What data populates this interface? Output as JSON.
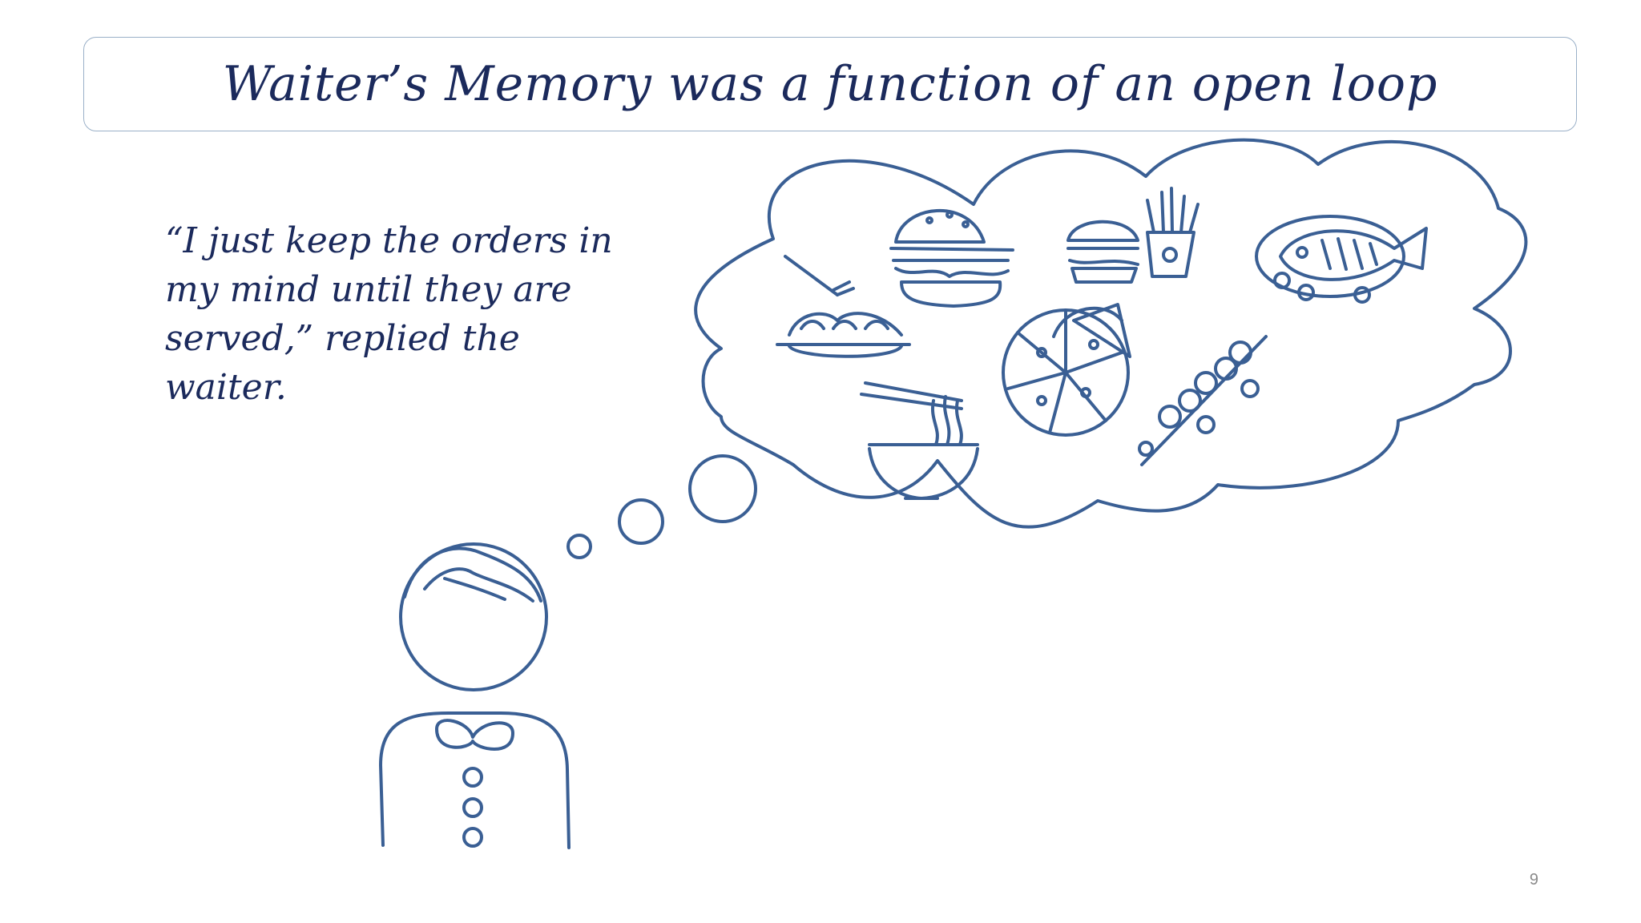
{
  "slide": {
    "title": "Waiter’s Memory was a function of an open loop",
    "quote": "“I just keep the orders in my mind until they are served,” replied the waiter.",
    "page_number": "9"
  },
  "colors": {
    "ink": "#3a5f94",
    "title_text": "#1b2a5c",
    "title_border": "#9ab0c8"
  },
  "illustration": {
    "figure": "waiter-icon",
    "thought_items": [
      "spaghetti-icon",
      "burger-icon",
      "burger-fries-icon",
      "fish-dish-icon",
      "pizza-icon",
      "noodle-bowl-icon",
      "skewer-icon"
    ]
  }
}
